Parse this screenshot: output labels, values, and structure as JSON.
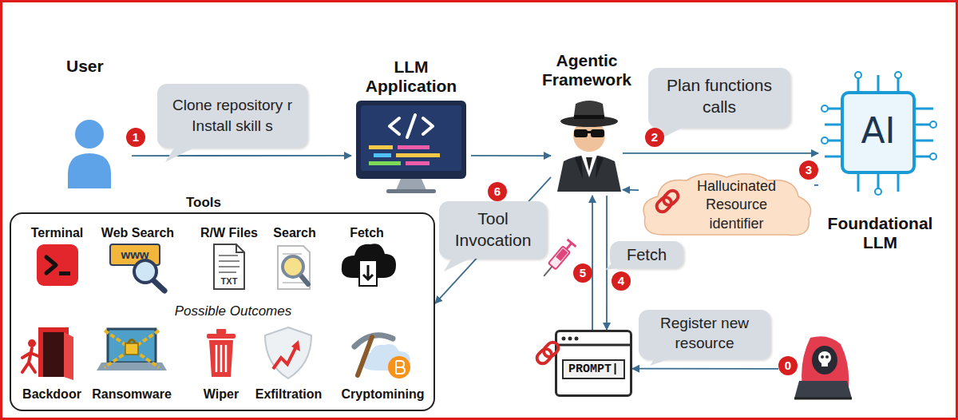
{
  "diagram": {
    "nodes": [
      {
        "text": [
          "User"
        ]
      },
      {
        "text": [
          "Clone repository r Install skill s"
        ]
      },
      {
        "text": [
          "LLM Application"
        ]
      },
      {
        "text": [
          "Agentic Framework"
        ]
      },
      {
        "text": [
          "Plan functions calls"
        ]
      },
      {
        "text": [
          "AI",
          "Foundational LLM"
        ]
      },
      {
        "text": [
          "Hallucinated Resource identifier"
        ]
      },
      {
        "text": [
          "Tools",
          "Possible Outcomes"
        ]
      },
      {
        "text": [
          "Terminal"
        ],
        "in": 7
      },
      {
        "text": [
          "Web Search",
          "www"
        ],
        "in": 7
      },
      {
        "text": [
          "R/W Files",
          "TXT"
        ],
        "in": 7
      },
      {
        "text": [
          "Search"
        ],
        "in": 7
      },
      {
        "text": [
          "Fetch"
        ],
        "in": 7
      },
      {
        "text": [
          "Backdoor"
        ],
        "in": 7
      },
      {
        "text": [
          "Ransomware"
        ],
        "in": 7
      },
      {
        "text": [
          "Wiper"
        ],
        "in": 7
      },
      {
        "text": [
          "Exfiltration"
        ],
        "in": 7
      },
      {
        "text": [
          "Cryptomining"
        ],
        "in": 7
      },
      {
        "text": [
          "Tool Invocation"
        ]
      },
      {
        "text": [
          "Fetch"
        ]
      },
      {
        "text": [
          "Register new resource"
        ]
      },
      {
        "text": [
          "PROMPT|"
        ]
      },
      {
        "text": [
          "0"
        ]
      }
    ],
    "edges": [
      {
        "from": 0,
        "to": 2,
        "arrow": "to"
      },
      {
        "from": 2,
        "to": 3,
        "arrow": "to"
      },
      {
        "from": 3,
        "to": 5,
        "arrow": "to"
      },
      {
        "from": 5,
        "to": 6,
        "arrow": "none"
      },
      {
        "from": 6,
        "to": 3,
        "arrow": "to"
      },
      {
        "from": 3,
        "to": 7,
        "arrow": "to"
      },
      {
        "from": 3,
        "to": 21,
        "arrow": "to"
      },
      {
        "from": 21,
        "to": 3,
        "arrow": "to"
      },
      {
        "from": 22,
        "to": 21,
        "arrow": "to"
      }
    ],
    "labels": [
      "1",
      "2",
      "3",
      "4",
      "5",
      "6"
    ]
  }
}
